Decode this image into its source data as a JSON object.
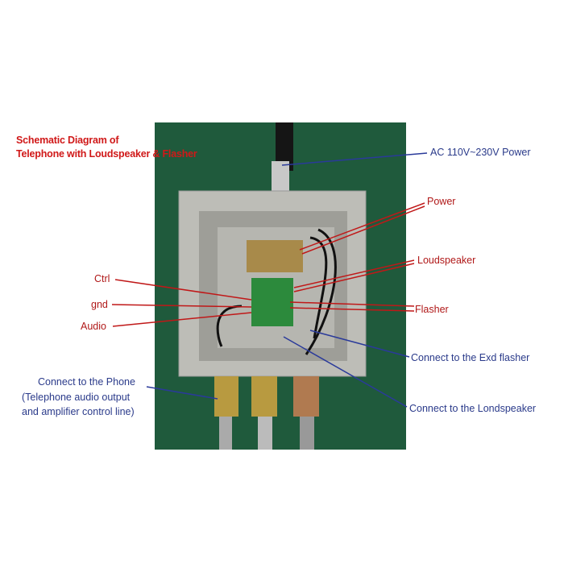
{
  "title": {
    "line1": "Schematic Diagram of",
    "line2": "Telephone with Loudspeaker & Flasher"
  },
  "labels": {
    "ac_power": "AC 110V~230V Power",
    "power": "Power",
    "loudspeaker": "Loudspeaker",
    "flasher": "Flasher",
    "ctrl": "Ctrl",
    "gnd": "gnd",
    "audio": "Audio",
    "exd_flasher": "Connect to the Exd flasher",
    "londspeaker": "Connect to the Londspeaker",
    "phone_line1": "Connect to the Phone",
    "phone_line2": "(Telephone audio output",
    "phone_line3": "and amplifier control line)"
  },
  "colors": {
    "red": "#b01818",
    "blue": "#2a3a8a",
    "bench": "#1f5a3c"
  }
}
